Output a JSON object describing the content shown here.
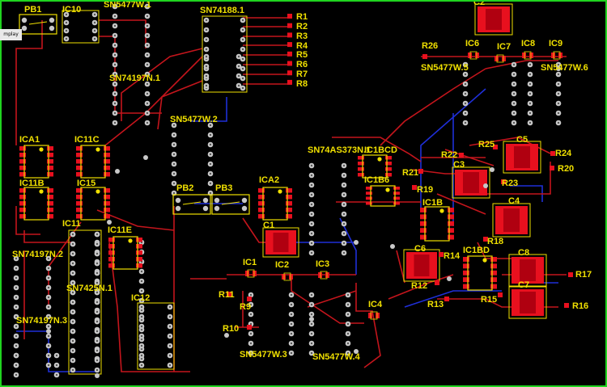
{
  "corner_badge": "mplay",
  "colors": {
    "background": "#000000",
    "board_edge": "#1fd41f",
    "trace_top": "#c4151c",
    "trace_bottom": "#1f2fd8",
    "pad": "#c8c8c8",
    "silkscreen": "#f0e000",
    "smd_pad": "#e8101e"
  },
  "dip_chips": [
    {
      "id": "PB1",
      "label": "PB1"
    },
    {
      "id": "IC10",
      "label": "IC10"
    },
    {
      "id": "SN5477W1",
      "label": "SN5477W.1"
    },
    {
      "id": "SN74188",
      "label": "SN74188.1"
    },
    {
      "id": "SN74197N1",
      "label": "SN74197N.1"
    },
    {
      "id": "SN5477W2",
      "label": "SN5477W.2"
    },
    {
      "id": "ICA1",
      "label": "ICA1"
    },
    {
      "id": "IC11C",
      "label": "IC11C"
    },
    {
      "id": "IC11B",
      "label": "IC11B"
    },
    {
      "id": "IC15",
      "label": "IC15"
    },
    {
      "id": "IC11",
      "label": "IC11"
    },
    {
      "id": "IC11E",
      "label": "IC11E"
    },
    {
      "id": "SN74197N2",
      "label": "SN74197N.2"
    },
    {
      "id": "SN7425N1",
      "label": "SN7425N.1"
    },
    {
      "id": "SN74197N3",
      "label": "SN74197N.3"
    },
    {
      "id": "IC12",
      "label": "IC12"
    },
    {
      "id": "PB2",
      "label": "PB2"
    },
    {
      "id": "PB3",
      "label": "PB3"
    },
    {
      "id": "ICA2",
      "label": "ICA2"
    },
    {
      "id": "SN74AS373",
      "label": "SN74AS373N.1"
    },
    {
      "id": "IC1BCD",
      "label": "IC1BCD"
    },
    {
      "id": "IC1B6",
      "label": "IC1B6"
    },
    {
      "id": "IC1B",
      "label": "IC1B"
    },
    {
      "id": "IC1BD",
      "label": "IC1BD"
    },
    {
      "id": "SN5477W3",
      "label": "SN5477W.3"
    },
    {
      "id": "SN5477W4",
      "label": "SN5477W.4"
    },
    {
      "id": "SN5477W5",
      "label": "SN5477W.5"
    },
    {
      "id": "SN5477W6",
      "label": "SN5477W.6"
    }
  ],
  "capacitors": [
    "C1",
    "C2",
    "C3",
    "C4",
    "C5",
    "C6",
    "C7",
    "C8",
    "IC1",
    "IC2",
    "IC3",
    "IC4",
    "IC6",
    "IC7",
    "IC8",
    "IC9"
  ],
  "resistors": [
    "R1",
    "R2",
    "R3",
    "R4",
    "R5",
    "R6",
    "R7",
    "R8",
    "R9",
    "R10",
    "R11",
    "R12",
    "R13",
    "R14",
    "R15",
    "R16",
    "R17",
    "R18",
    "R19",
    "R20",
    "R21",
    "R22",
    "R23",
    "R24",
    "R25",
    "R26"
  ]
}
